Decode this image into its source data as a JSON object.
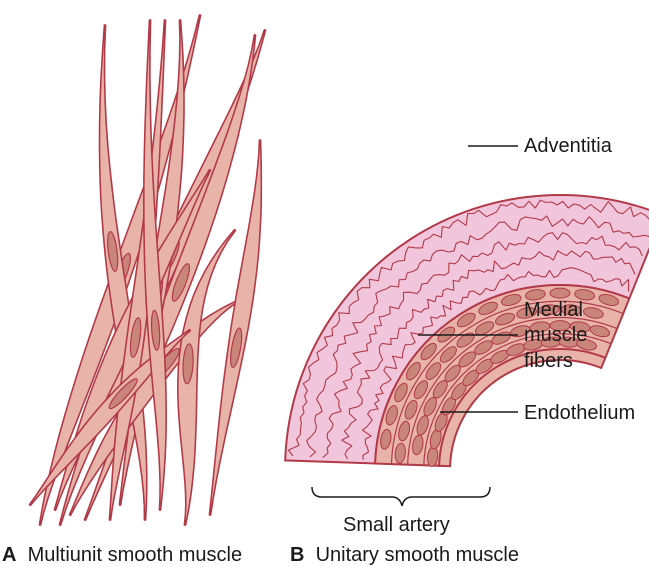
{
  "labels": {
    "adventitia": "Adventitia",
    "medial_line1": "Medial",
    "medial_line2": "muscle",
    "medial_line3": "fibers",
    "endothelium": "Endothelium",
    "small_artery": "Small artery"
  },
  "captions": {
    "a_letter": "A",
    "a_text": "Multiunit smooth muscle",
    "b_letter": "B",
    "b_text": "Unitary smooth muscle"
  },
  "colors": {
    "outline": "#b23a48",
    "fiber_fill": "#e8b4aa",
    "nucleus_fill": "#c98579",
    "adventitia_fill": "#f1c6dc",
    "squiggle": "#b23a48",
    "leader_line": "#1a1a1a"
  }
}
